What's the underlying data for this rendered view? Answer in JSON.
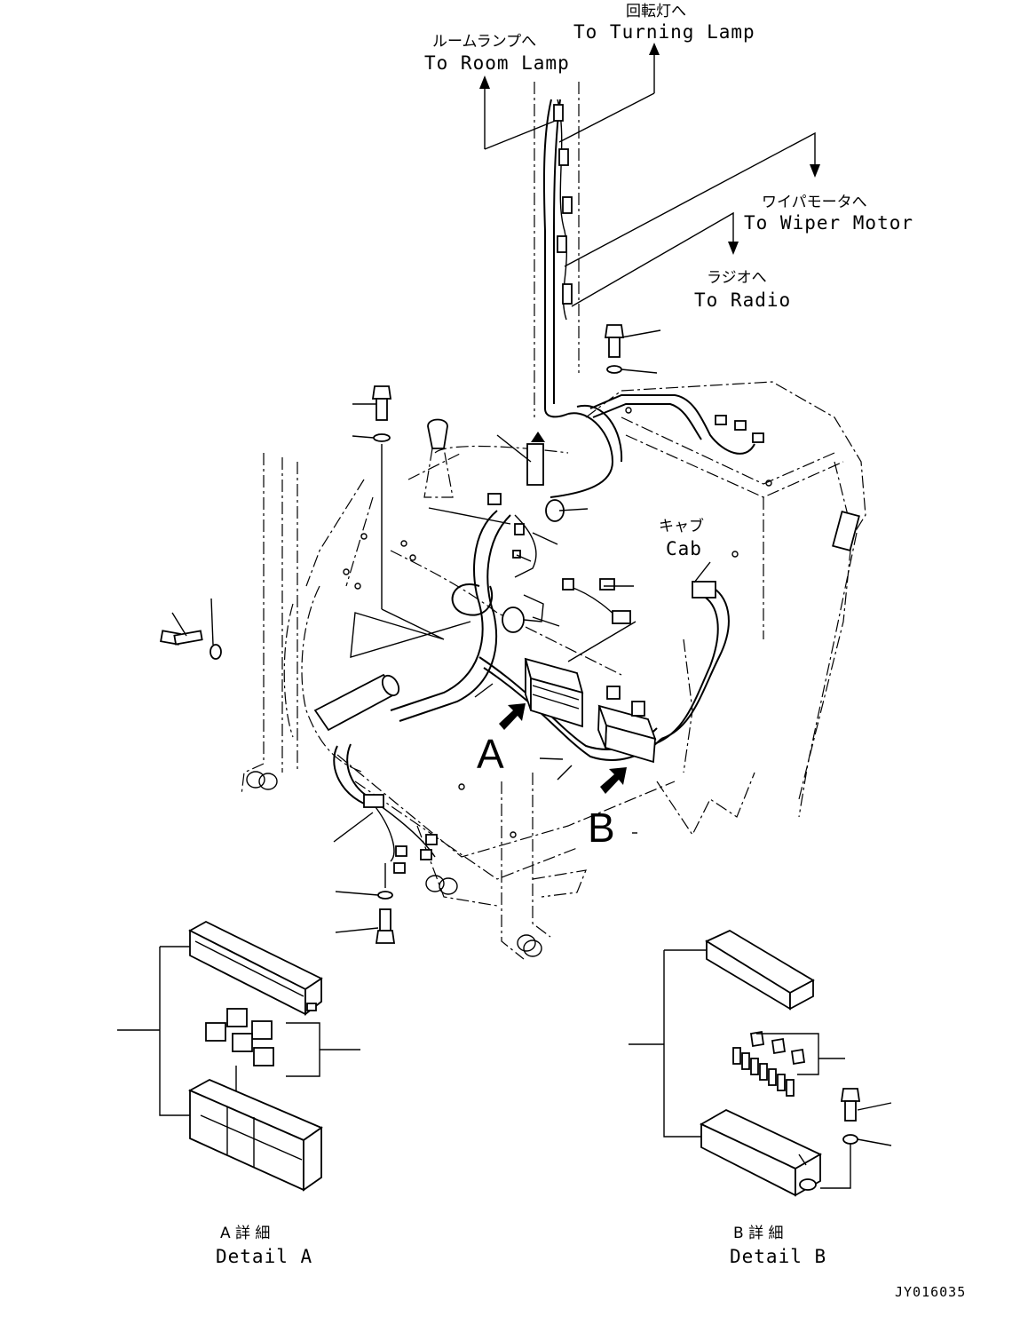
{
  "labels": {
    "turning_lamp_jp": "回転灯へ",
    "turning_lamp_en": "To Turning Lamp",
    "room_lamp_jp": "ルームランプへ",
    "room_lamp_en": "To Room Lamp",
    "wiper_motor_jp": "ワイパモータへ",
    "wiper_motor_en": "To Wiper Motor",
    "radio_jp": "ラジオへ",
    "radio_en": "To Radio",
    "cab_jp": "キャブ",
    "cab_en": "Cab",
    "callout_a": "A",
    "callout_b": "B",
    "detail_a_jp": "A 詳 細",
    "detail_a_en": "Detail A",
    "detail_b_jp": "B 詳 細",
    "detail_b_en": "Detail B",
    "drawing_code": "JY016035"
  }
}
